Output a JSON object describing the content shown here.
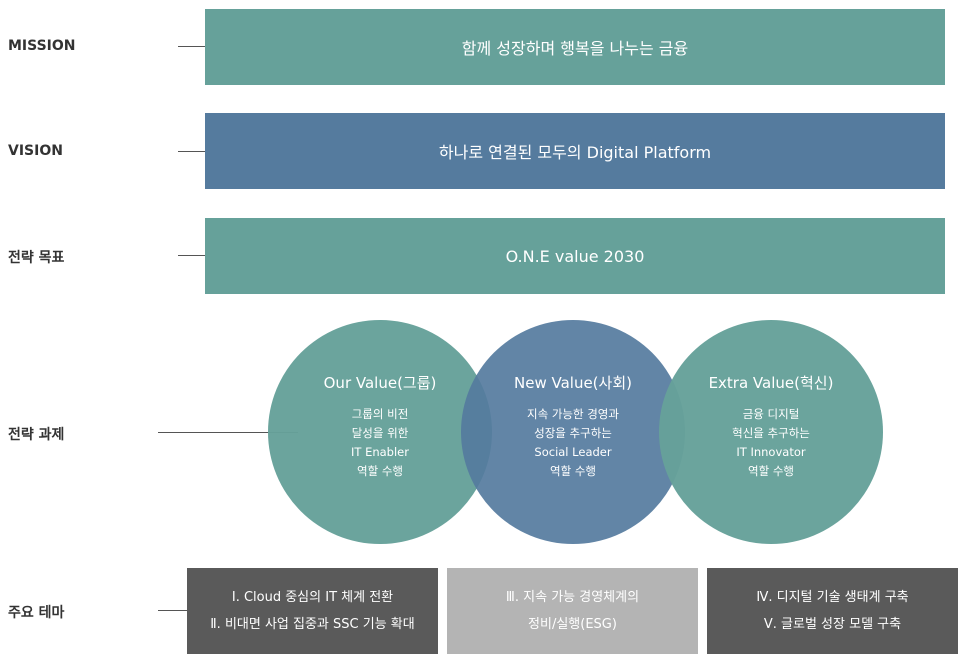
{
  "rows": [
    {
      "label": "MISSION",
      "band": "함께 성장하며 행복을 나누는 금융",
      "color": "#66a19a"
    },
    {
      "label": "VISION",
      "band": "하나로 연결된 모두의 Digital Platform",
      "color": "#557b9e"
    },
    {
      "label": "전략 목표",
      "band": "O.N.E value 2030",
      "color": "#66a19a"
    }
  ],
  "strategy": {
    "label": "전략 과제",
    "circles": [
      {
        "title": "Our Value(그룹)",
        "lines": [
          "그룹의 비전",
          "달성을 위한",
          "IT Enabler",
          "역할 수행"
        ],
        "color": "#66a19a"
      },
      {
        "title": "New Value(사회)",
        "lines": [
          "지속 가능한 경영과",
          "성장을 추구하는",
          "Social Leader",
          "역할 수행"
        ],
        "color": "#557b9e"
      },
      {
        "title": "Extra Value(혁신)",
        "lines": [
          "금융 디지털",
          "혁신을 추구하는",
          "IT Innovator",
          "역할 수행"
        ],
        "color": "#66a19a"
      }
    ]
  },
  "themes": {
    "label": "주요 테마",
    "boxes": [
      {
        "lines": [
          "Ⅰ. Cloud 중심의 IT 체계 전환",
          "Ⅱ. 비대면 사업 집중과 SSC 기능 확대"
        ],
        "color": "#5a5a5a"
      },
      {
        "lines": [
          "Ⅲ. 지속 가능 경영체계의",
          "정비/실행(ESG)"
        ],
        "color": "#b4b4b4"
      },
      {
        "lines": [
          "Ⅳ. 디지털 기술 생태계 구축",
          "Ⅴ. 글로벌 성장 모델 구축"
        ],
        "color": "#5a5a5a"
      }
    ]
  }
}
